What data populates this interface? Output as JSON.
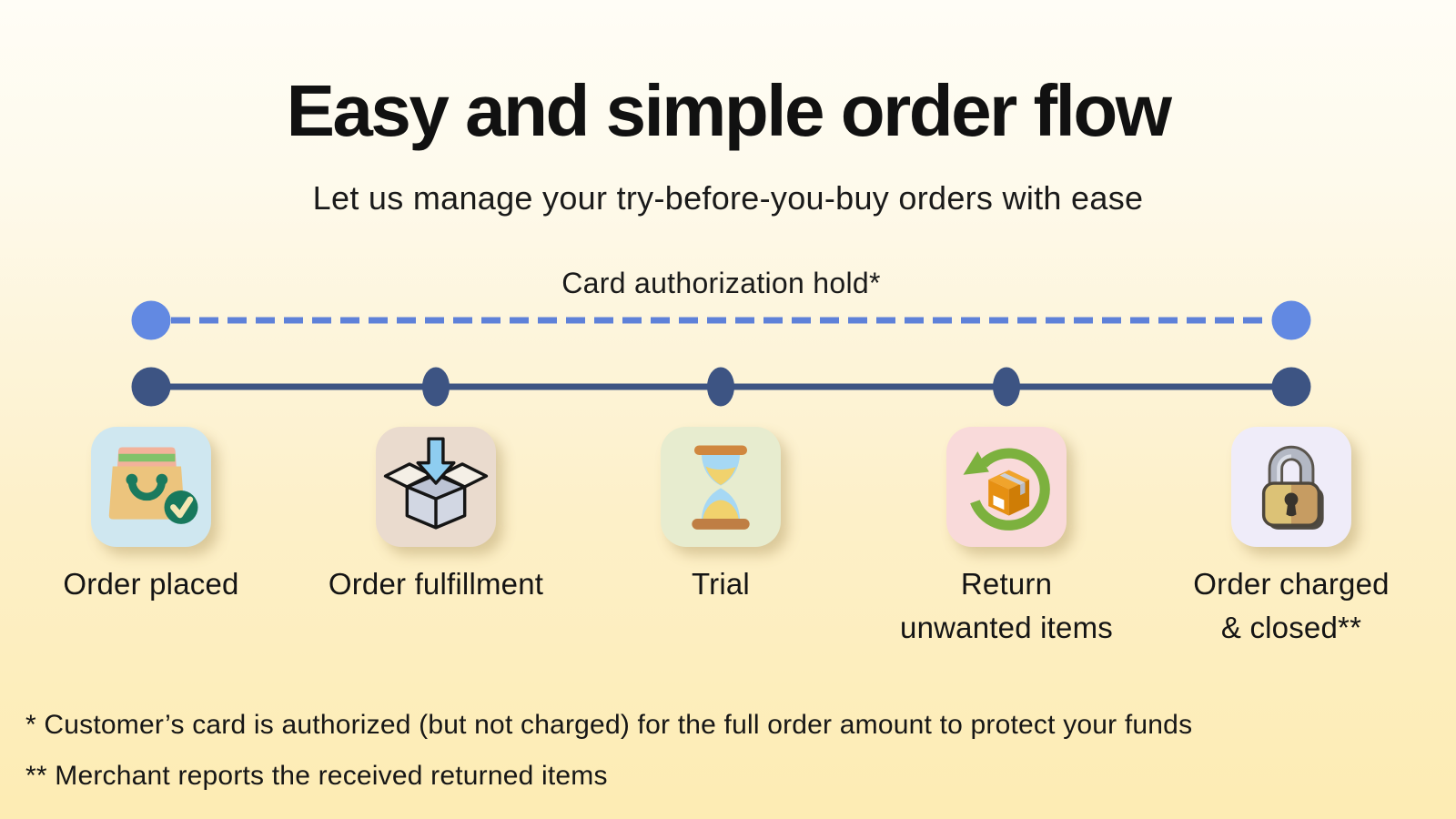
{
  "header": {
    "title": "Easy and simple order flow",
    "subtitle": "Let us manage your try-before-you-buy orders with ease"
  },
  "timeline": {
    "hold_label": "Card authorization hold*",
    "colors": {
      "dashed_line": "#5e81d9",
      "dashed_endpoint_dot": "#6289e2",
      "solid_line": "#3d5483",
      "solid_dot": "#3d5483"
    }
  },
  "steps": [
    {
      "line1": "Order placed",
      "icon": "shopping-bag-check-icon",
      "card_color": "#cfe7f0"
    },
    {
      "line1": "Order fulfillment",
      "icon": "open-box-receive-icon",
      "card_color": "#eadbce"
    },
    {
      "line1": "Trial",
      "icon": "hourglass-icon",
      "card_color": "#e7eccf"
    },
    {
      "line1": "Return",
      "line2": "unwanted items",
      "icon": "return-package-icon",
      "card_color": "#f9dada"
    },
    {
      "line1": "Order charged",
      "line2": "& closed**",
      "icon": "padlock-icon",
      "card_color": "#efecf9"
    }
  ],
  "footnotes": [
    "* Customer’s card is authorized (but not charged) for the full order amount to protect your funds",
    "** Merchant reports the received returned items"
  ]
}
